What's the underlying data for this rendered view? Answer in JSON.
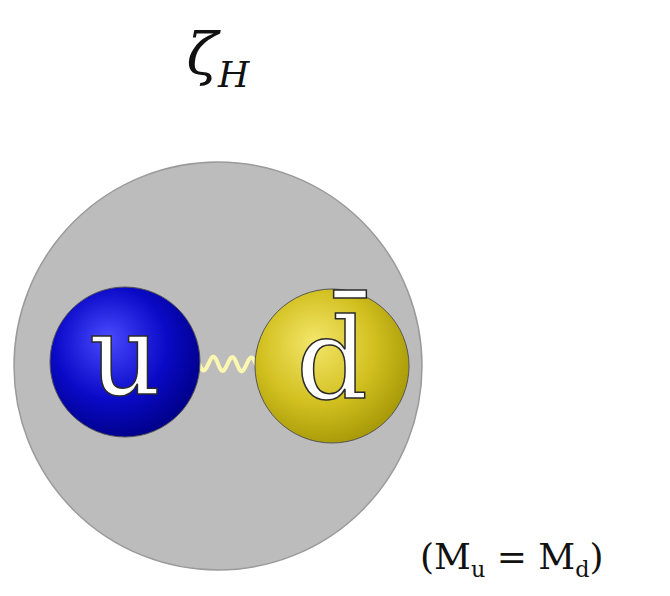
{
  "diagram": {
    "nodes": [
      {
        "text": [
          "ζH"
        ]
      },
      {
        "text": [
          "u"
        ],
        "in": 0
      },
      {
        "text": [
          "d̄"
        ],
        "in": 0
      }
    ],
    "edges": [
      {
        "from": 1,
        "to": 2,
        "arrow": "none"
      }
    ],
    "labels": [
      "(Mu = Md)"
    ]
  }
}
